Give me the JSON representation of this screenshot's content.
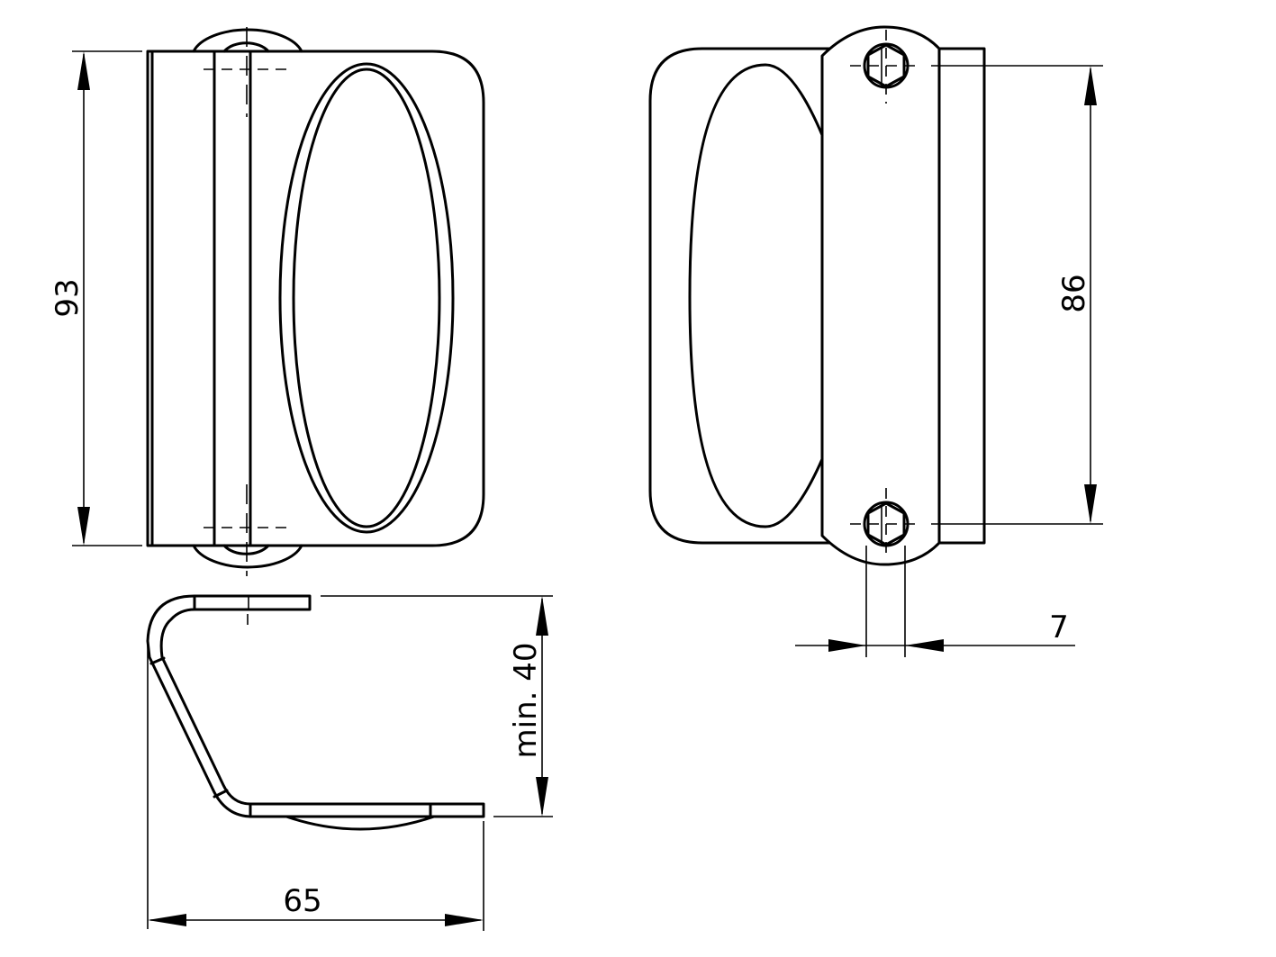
{
  "drawing": {
    "type": "technical-drawing",
    "subject": "Recessed pull handle with mounting bracket",
    "views": [
      {
        "name": "front-view",
        "description": "handle front with oval recess and hinge strip"
      },
      {
        "name": "rear-view",
        "description": "handle rear with mounting bracket and two hex screws"
      },
      {
        "name": "side-view",
        "description": "bent bracket profile"
      }
    ],
    "line_color": "#000000",
    "background": "#ffffff"
  },
  "dimensions": {
    "height_front": "93",
    "screw_spacing": "86",
    "bracket_width": "7",
    "bracket_depth": "min. 40",
    "overall_depth": "65"
  }
}
